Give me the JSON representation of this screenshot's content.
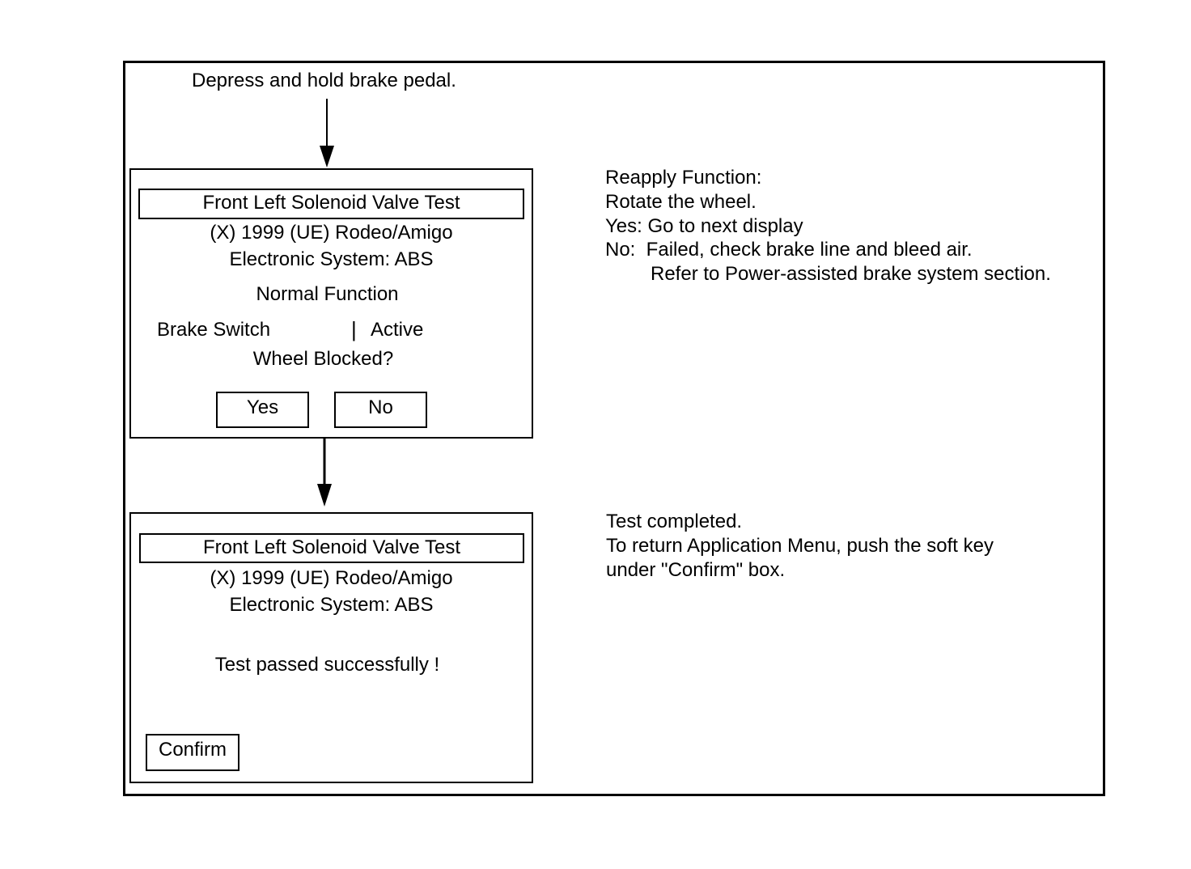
{
  "top_instruction": "Depress and hold brake pedal.",
  "screen1": {
    "title": "Front Left Solenoid Valve Test",
    "vehicle": "(X) 1999  (UE) Rodeo/Amigo",
    "system": "Electronic System: ABS",
    "mode": "Normal Function",
    "param_name": "Brake Switch",
    "param_sep": "|",
    "param_value": "Active",
    "question": "Wheel Blocked?",
    "yes_label": "Yes",
    "no_label": "No"
  },
  "screen2": {
    "title": "Front Left Solenoid Valve Test",
    "vehicle": "(X) 1999  (UE) Rodeo/Amigo",
    "system": "Electronic System: ABS",
    "message": "Test passed successfully !",
    "confirm_label": "Confirm"
  },
  "note1": {
    "line1": "Reapply Function:",
    "line2": "Rotate the wheel.",
    "line3": "Yes: Go to next display",
    "line4": "No:  Failed, check brake line and bleed air.",
    "line5": "Refer to Power-assisted brake system section."
  },
  "note2": {
    "line1": "Test completed.",
    "line2": "To return Application Menu, push the soft key",
    "line3": "under \"Confirm\" box."
  }
}
